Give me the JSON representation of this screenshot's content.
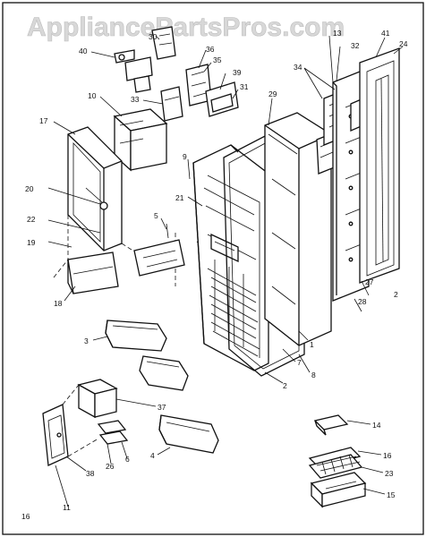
{
  "watermark": "AppliancePartsPros.com",
  "diagram_code": "16",
  "callouts": [
    {
      "id": "c30",
      "text": "30"
    },
    {
      "id": "c40",
      "text": "40"
    },
    {
      "id": "c36",
      "text": "36"
    },
    {
      "id": "c35",
      "text": "35"
    },
    {
      "id": "c39",
      "text": "39"
    },
    {
      "id": "c31",
      "text": "31"
    },
    {
      "id": "c33",
      "text": "33"
    },
    {
      "id": "c10",
      "text": "10"
    },
    {
      "id": "c17",
      "text": "17"
    },
    {
      "id": "c20",
      "text": "20"
    },
    {
      "id": "c22",
      "text": "22"
    },
    {
      "id": "c19",
      "text": "19"
    },
    {
      "id": "c18",
      "text": "18"
    },
    {
      "id": "c3",
      "text": "3"
    },
    {
      "id": "c9",
      "text": "9"
    },
    {
      "id": "c21",
      "text": "21"
    },
    {
      "id": "c5",
      "text": "5"
    },
    {
      "id": "c29",
      "text": "29"
    },
    {
      "id": "c34",
      "text": "34"
    },
    {
      "id": "c32",
      "text": "32"
    },
    {
      "id": "c13",
      "text": "13"
    },
    {
      "id": "c41",
      "text": "41"
    },
    {
      "id": "c24",
      "text": "24"
    },
    {
      "id": "c1",
      "text": "1"
    },
    {
      "id": "c27",
      "text": "27"
    },
    {
      "id": "c2a",
      "text": "2"
    },
    {
      "id": "c28",
      "text": "28"
    },
    {
      "id": "c7",
      "text": "7"
    },
    {
      "id": "c8",
      "text": "8"
    },
    {
      "id": "c2",
      "text": "2"
    },
    {
      "id": "c37",
      "text": "37"
    },
    {
      "id": "c4",
      "text": "4"
    },
    {
      "id": "c26",
      "text": "26"
    },
    {
      "id": "c6",
      "text": "6"
    },
    {
      "id": "c38",
      "text": "38"
    },
    {
      "id": "c11",
      "text": "11"
    },
    {
      "id": "c14",
      "text": "14"
    },
    {
      "id": "c16",
      "text": "16"
    },
    {
      "id": "c23",
      "text": "23"
    },
    {
      "id": "c15",
      "text": "15"
    }
  ]
}
